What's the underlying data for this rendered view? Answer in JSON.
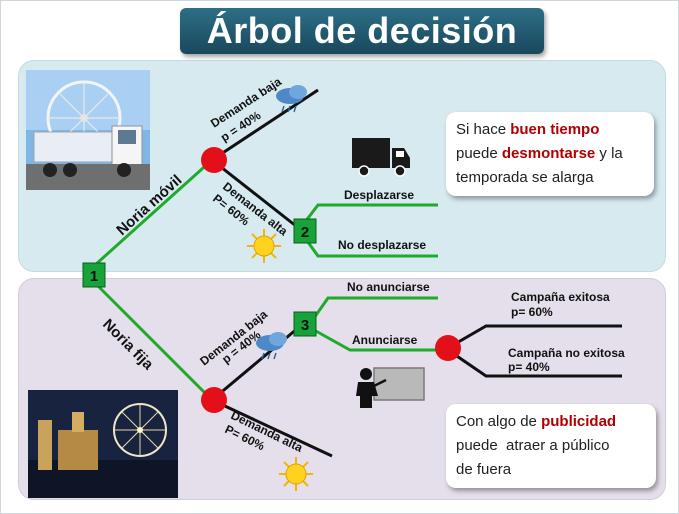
{
  "title": "Árbol de decisión",
  "nodes": {
    "decision1": "1",
    "decision2": "2",
    "decision3": "3"
  },
  "branches": {
    "noria_movil": "Noria móvil",
    "noria_fija": "Noria fija",
    "top_demanda_baja": "Demanda baja",
    "top_p_baja": "p = 40%",
    "top_demanda_alta": "Demanda alta",
    "top_p_alta": "P= 60%",
    "desplazarse": "Desplazarse",
    "no_desplazarse": "No desplazarse",
    "bottom_demanda_baja": "Demanda baja",
    "bottom_p_baja": "p = 40%",
    "bottom_demanda_alta": "Demanda alta",
    "bottom_p_alta": "P= 60%",
    "no_anunciarse": "No anunciarse",
    "anunciarse": "Anunciarse",
    "campana_exitosa": "Campaña exitosa",
    "campana_exitosa_p": "p= 60%",
    "campana_no_exitosa": "Campaña no exitosa",
    "campana_no_exitosa_p": "p= 40%"
  },
  "callouts": {
    "top": {
      "line1_pre": "Si hace ",
      "line1_bold": "buen tiempo",
      "line2_pre": "puede ",
      "line2_bold": "desmontarse",
      "line2_post": " y la",
      "line3": "temporada se alarga"
    },
    "bottom": {
      "line1_pre": "Con algo de ",
      "line1_bold": "publicidad",
      "line2": "puede  atraer a público",
      "line3": "de fuera"
    }
  },
  "colors": {
    "green_line": "#1faa2b",
    "black_line": "#111111",
    "chance_node": "#e3101a",
    "decision_node": "#18a33a",
    "highlight_text": "#b00000"
  }
}
